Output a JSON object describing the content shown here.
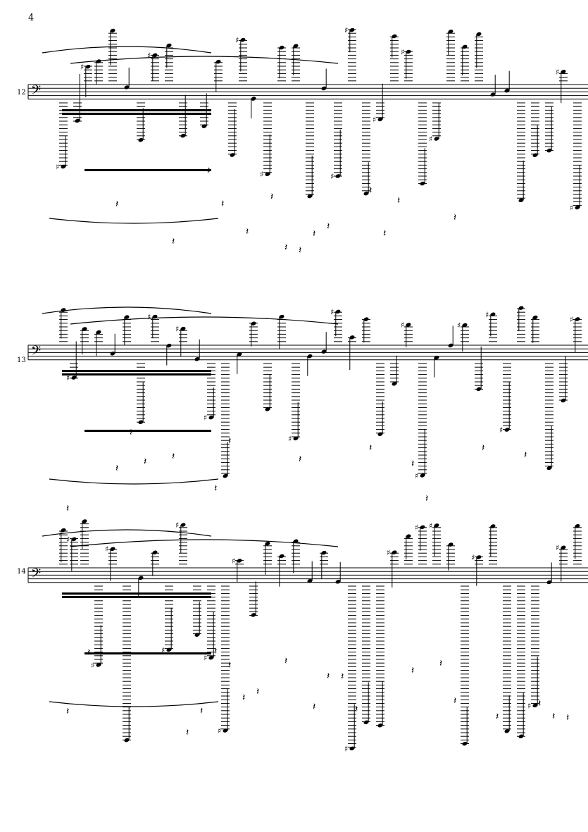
{
  "page": {
    "number": "4"
  },
  "systems": [
    {
      "measure_number": "12",
      "clef": "bass"
    },
    {
      "measure_number": "13",
      "clef": "bass"
    },
    {
      "measure_number": "14",
      "clef": "bass"
    }
  ],
  "colors": {
    "ink": "#000000",
    "paper": "#ffffff"
  },
  "icons": {
    "clef": "bass-clef-icon",
    "rest": "quarter-rest-icon",
    "sharp": "sharp-icon",
    "natural": "natural-icon"
  }
}
